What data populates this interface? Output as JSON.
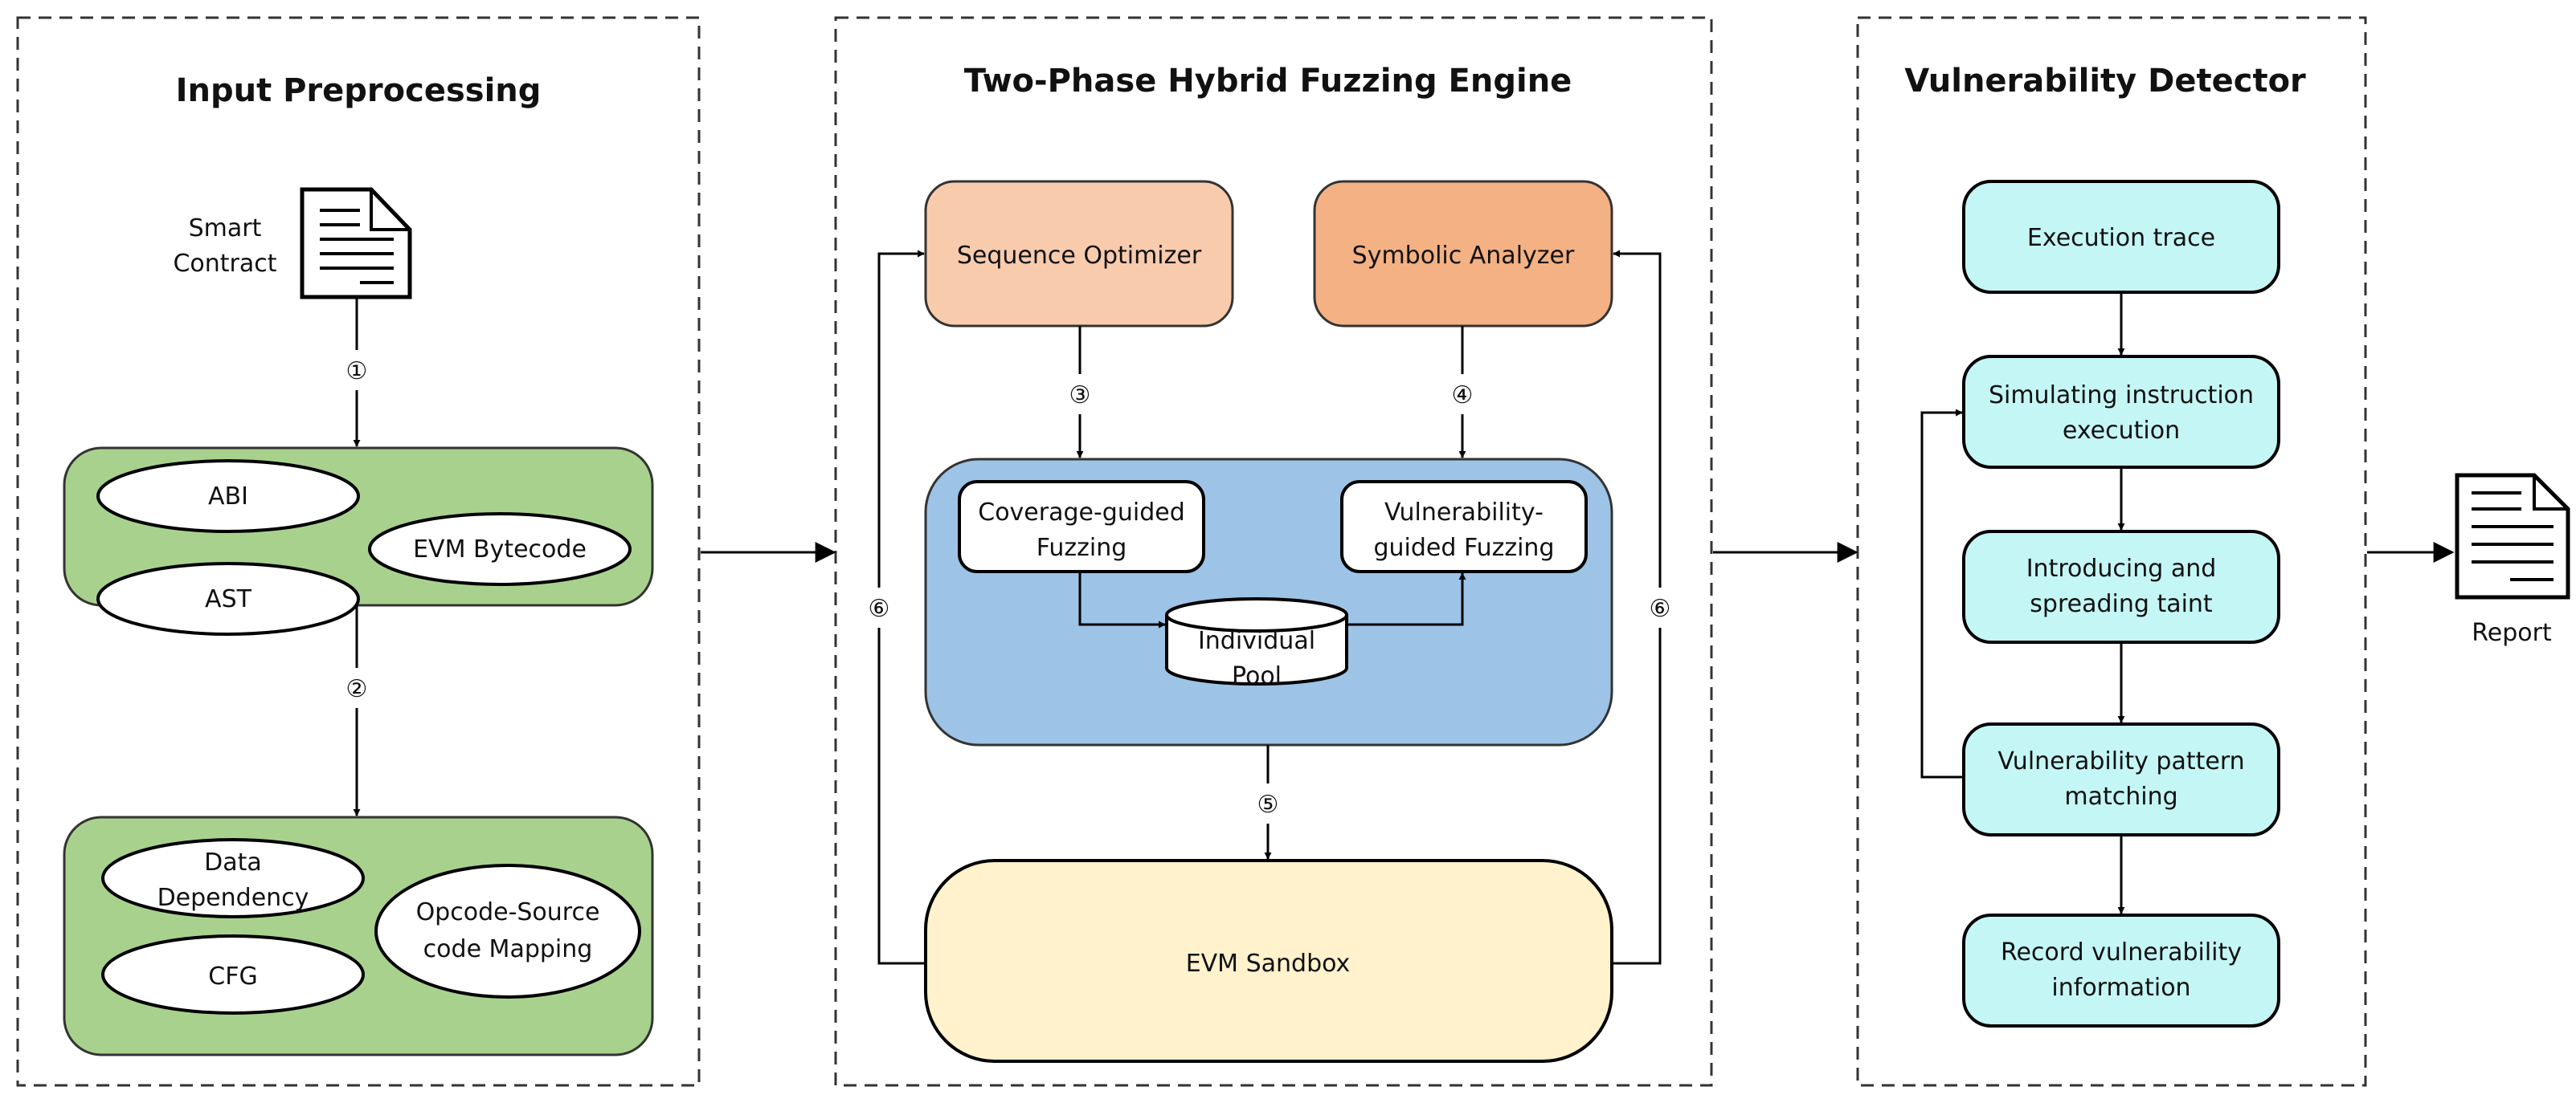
{
  "panels": {
    "input": {
      "title": "Input Preprocessing"
    },
    "engine": {
      "title": "Two-Phase Hybrid Fuzzing Engine"
    },
    "detector": {
      "title": "Vulnerability Detector"
    }
  },
  "input": {
    "smart_contract": [
      "Smart",
      "Contract"
    ],
    "abi": "ABI",
    "ast": "AST",
    "evm_bytecode": "EVM Bytecode",
    "data_dependency": [
      "Data",
      "Dependency"
    ],
    "cfg": "CFG",
    "opcode_mapping": [
      "Opcode-Source",
      "code Mapping"
    ]
  },
  "engine": {
    "sequence_optimizer": "Sequence Optimizer",
    "symbolic_analyzer": "Symbolic Analyzer",
    "coverage_fuzzing": [
      "Coverage-guided",
      "Fuzzing"
    ],
    "vulnerability_fuzzing": [
      "Vulnerability-",
      "guided Fuzzing"
    ],
    "individual_pool": [
      "Individual",
      "Pool"
    ],
    "evm_sandbox": "EVM Sandbox"
  },
  "detector": {
    "execution_trace": "Execution trace",
    "simulating": [
      "Simulating instruction",
      "execution"
    ],
    "taint": [
      "Introducing and",
      "spreading taint"
    ],
    "pattern": [
      "Vulnerability pattern",
      "matching"
    ],
    "record": [
      "Record vulnerability",
      "information"
    ]
  },
  "report": "Report",
  "steps": [
    "①",
    "②",
    "③",
    "④",
    "⑤",
    "⑥"
  ],
  "colors": {
    "green": "#a9d18e",
    "peach": "#f8cbad",
    "orange": "#f4b183",
    "blue": "#9dc3e6",
    "cream": "#fff2cc",
    "cyan": "#c5f6f6"
  }
}
